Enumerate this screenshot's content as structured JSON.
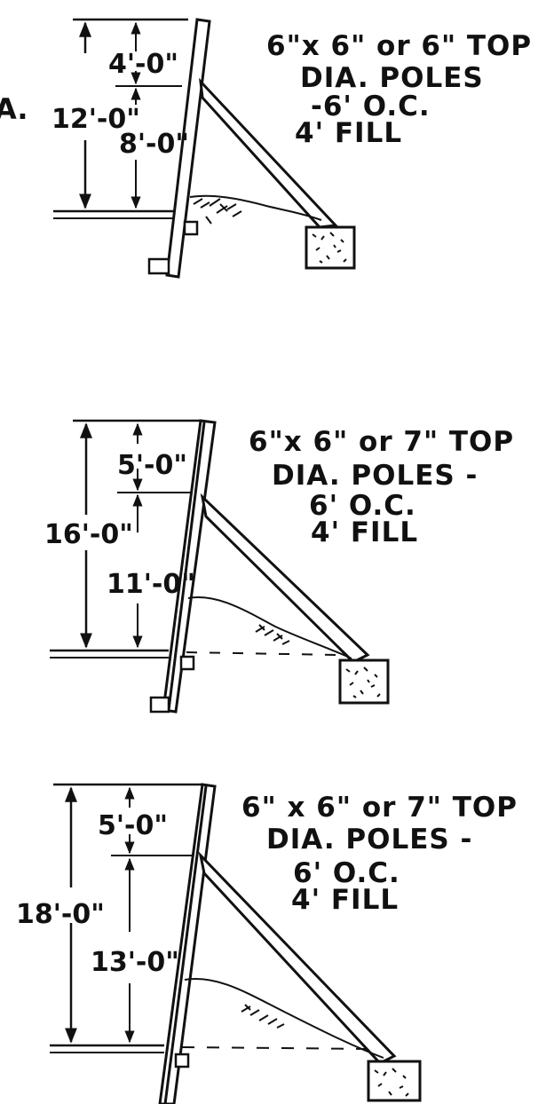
{
  "fragment_label": "A.",
  "sections": [
    {
      "total_height": "12'-0\"",
      "upper_height": "4'-0\"",
      "lower_height": "8'-0\"",
      "spec_lines": [
        "6\"x 6\" or 6\" TOP",
        "DIA. POLES",
        "-6' O.C.",
        "4' FILL"
      ]
    },
    {
      "total_height": "16'-0\"",
      "upper_height": "5'-0\"",
      "lower_height": "11'-0\"",
      "spec_lines": [
        "6\"x 6\" or 7\" TOP",
        "DIA. POLES -",
        "6' O.C.",
        "4' FILL"
      ]
    },
    {
      "total_height": "18'-0\"",
      "upper_height": "5'-0\"",
      "lower_height": "13'-0\"",
      "spec_lines": [
        "6\" x 6\" or 7\" TOP",
        "DIA. POLES -",
        "6' O.C.",
        "4' FILL"
      ]
    }
  ]
}
